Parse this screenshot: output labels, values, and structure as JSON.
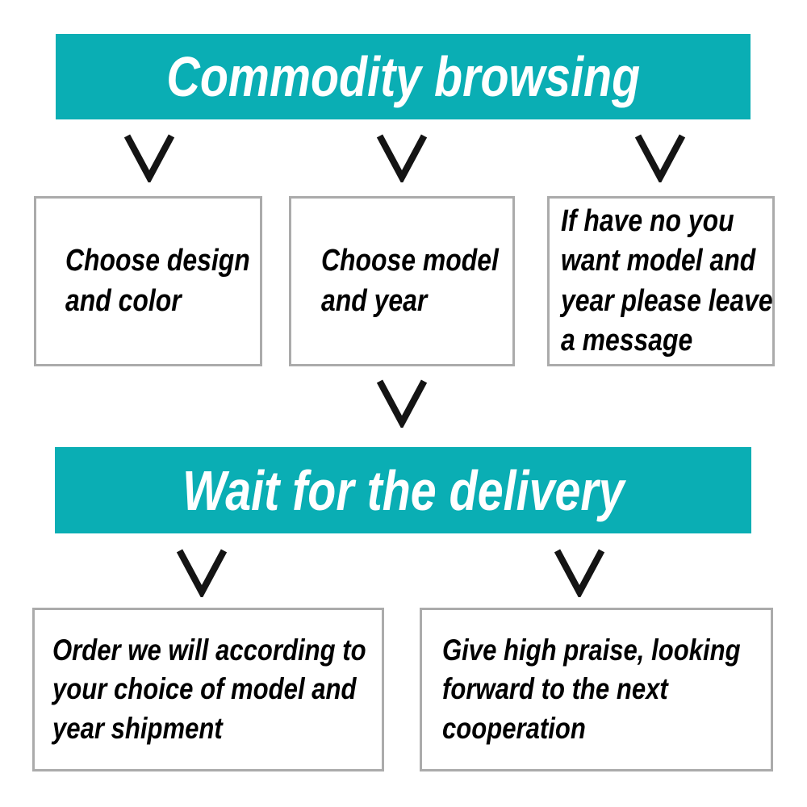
{
  "colors": {
    "banner_bg": "#0aaeb4",
    "banner_text": "#ffffff",
    "box_border": "#ababab",
    "box_text": "#000000",
    "arrow": "#141414",
    "page_bg": "#ffffff"
  },
  "flow": {
    "banner1": {
      "label": "Commodity browsing"
    },
    "step1_boxes": [
      {
        "label": "Choose design\nand color"
      },
      {
        "label": "Choose model\nand year"
      },
      {
        "label": "If have no you\nwant model and\nyear please leave\na message"
      }
    ],
    "banner2": {
      "label": "Wait for the delivery"
    },
    "step2_boxes": [
      {
        "label": "Order we will according to\nyour choice of model and\nyear shipment"
      },
      {
        "label": "Give high praise, looking\nforward to the next\ncooperation"
      }
    ]
  }
}
